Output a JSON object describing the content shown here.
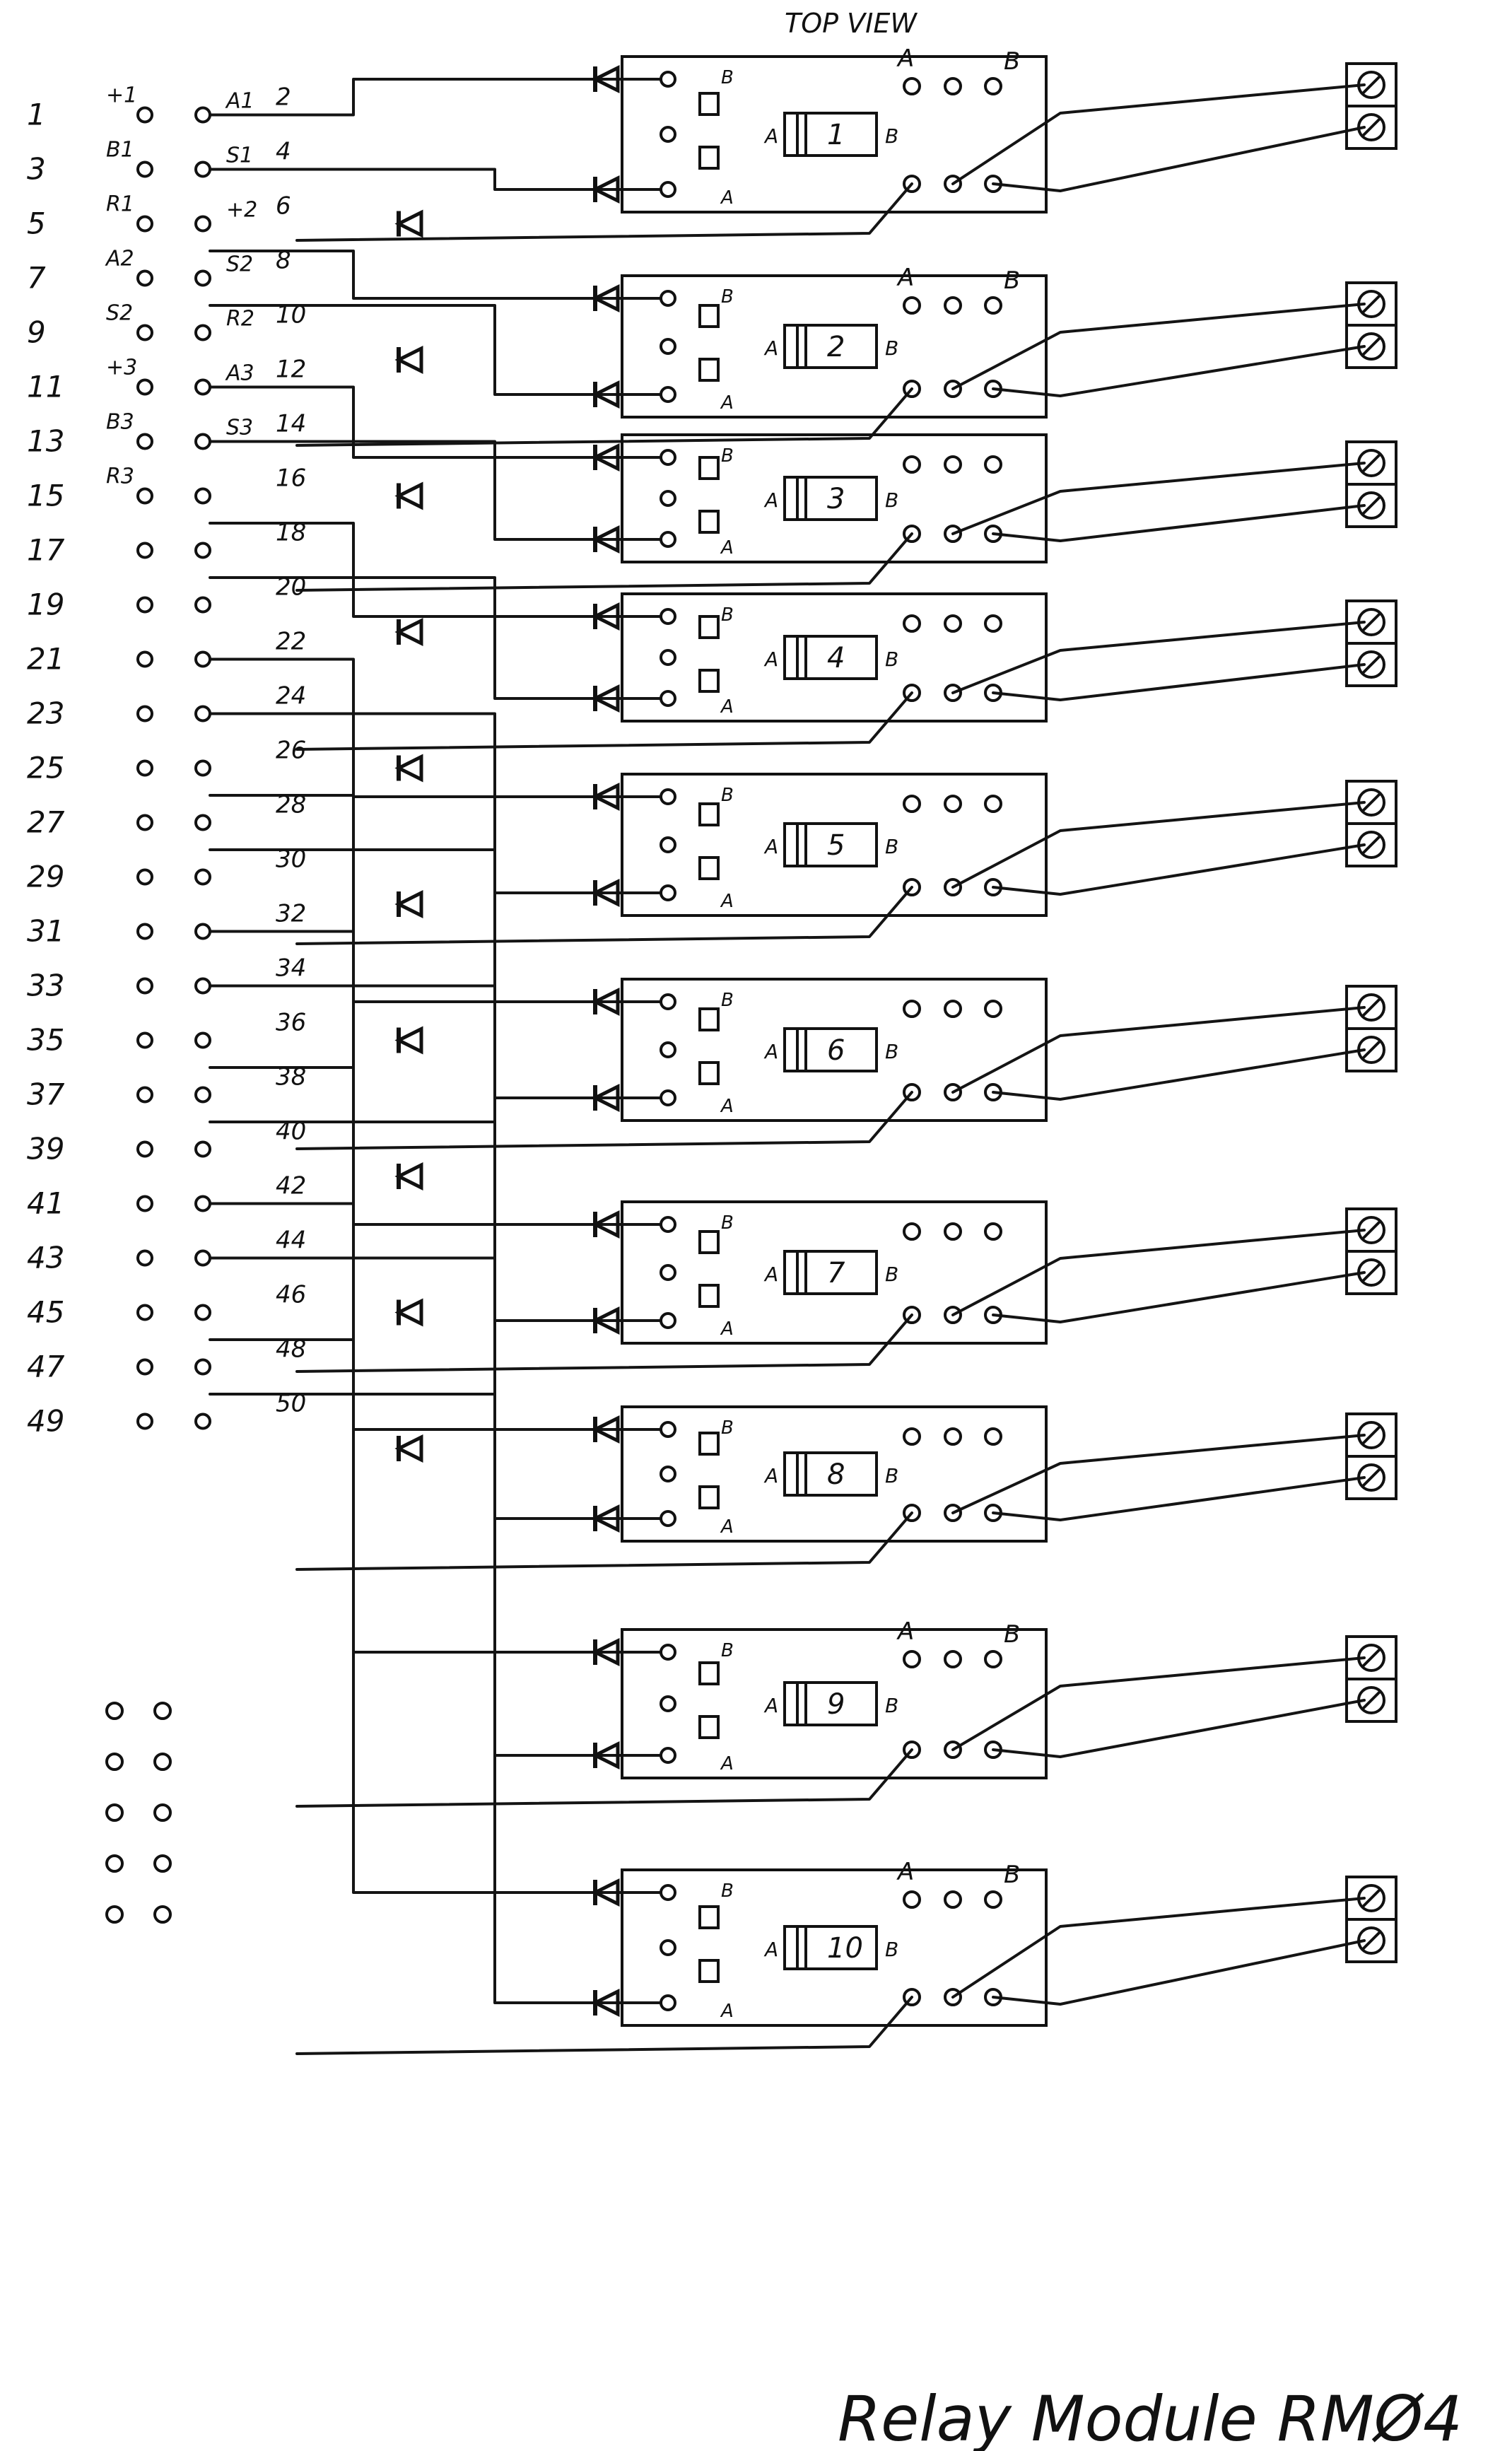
{
  "header": {
    "title": "TOP VIEW"
  },
  "footer": {
    "title": "Relay Module  RMØ4"
  },
  "connector": {
    "odd_numbers": [
      "1",
      "3",
      "5",
      "7",
      "9",
      "11",
      "13",
      "15",
      "17",
      "19",
      "21",
      "23",
      "25",
      "27",
      "29",
      "31",
      "33",
      "35",
      "37",
      "39",
      "41",
      "43",
      "45",
      "47",
      "49"
    ],
    "even_numbers": [
      "2",
      "4",
      "6",
      "8",
      "10",
      "12",
      "14",
      "16",
      "18",
      "20",
      "22",
      "24",
      "26",
      "28",
      "30",
      "32",
      "34",
      "36",
      "38",
      "40",
      "42",
      "44",
      "46",
      "48",
      "50"
    ],
    "odd_signals": [
      "+1",
      "B1",
      "R1",
      "A2",
      "S2",
      "+3",
      "B3",
      "R3",
      "",
      "",
      "",
      "",
      "",
      "",
      "",
      "",
      "",
      "",
      "",
      "",
      "",
      "",
      "",
      "",
      ""
    ],
    "even_signals": [
      "A1",
      "S1",
      "+2",
      "S2",
      "R2",
      "A3",
      "S3",
      "",
      "",
      "",
      "",
      "",
      "",
      "",
      "",
      "",
      "",
      "",
      "",
      "",
      "",
      "",
      "",
      "",
      ""
    ]
  },
  "relays": [
    {
      "num": "1",
      "a_label": "A",
      "b_label": "B",
      "coil_a": "A",
      "coil_b": "B"
    },
    {
      "num": "2",
      "a_label": "A",
      "b_label": "B",
      "coil_a": "A",
      "coil_b": "B"
    },
    {
      "num": "3",
      "a_label": "",
      "b_label": "",
      "coil_a": "A",
      "coil_b": "B"
    },
    {
      "num": "4",
      "a_label": "",
      "b_label": "",
      "coil_a": "A",
      "coil_b": "B"
    },
    {
      "num": "5",
      "a_label": "",
      "b_label": "",
      "coil_a": "A",
      "coil_b": "B"
    },
    {
      "num": "6",
      "a_label": "",
      "b_label": "",
      "coil_a": "A",
      "coil_b": "B"
    },
    {
      "num": "7",
      "a_label": "",
      "b_label": "",
      "coil_a": "A",
      "coil_b": "B"
    },
    {
      "num": "8",
      "a_label": "",
      "b_label": "",
      "coil_a": "A",
      "coil_b": "B"
    },
    {
      "num": "9",
      "a_label": "A",
      "b_label": "B",
      "coil_a": "A",
      "coil_b": "B"
    },
    {
      "num": "10",
      "a_label": "A",
      "b_label": "B",
      "coil_a": "A",
      "coil_b": "B"
    }
  ],
  "terminal_symbol": "Ø"
}
